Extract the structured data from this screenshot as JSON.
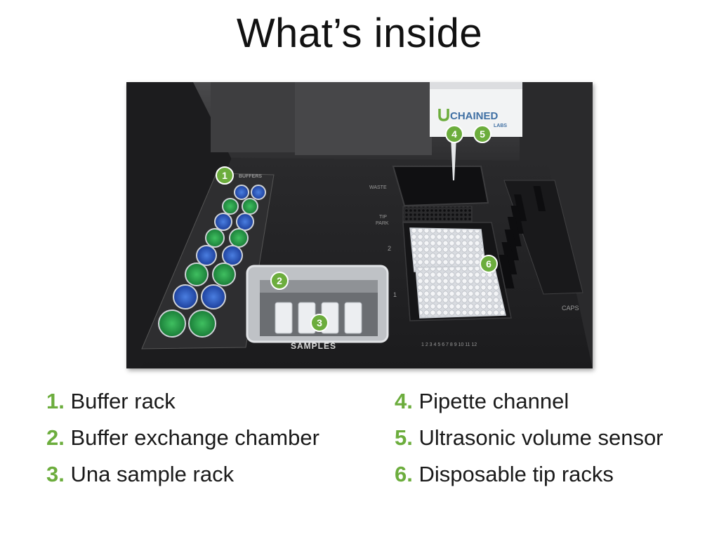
{
  "title": "What’s inside",
  "colors": {
    "accent": "#6cad3d",
    "text": "#1a1a1a"
  },
  "photo": {
    "logo": {
      "word": "CHAINED",
      "sub": "LABS"
    },
    "labels": {
      "buffers": "BUFFERS",
      "waste": "WASTE",
      "tip_park_1": "TIP",
      "tip_park_2": "PARK",
      "row_2": "2",
      "row_1": "1",
      "samples": "SAMPLES",
      "caps": "CAPS",
      "columns": "1 2 3 4 5 6 7 8 9 10 11 12"
    },
    "badges": [
      {
        "n": "1"
      },
      {
        "n": "2"
      },
      {
        "n": "3"
      },
      {
        "n": "4"
      },
      {
        "n": "5"
      },
      {
        "n": "6"
      }
    ]
  },
  "legend": {
    "left": [
      {
        "num": "1.",
        "text": "Buffer rack"
      },
      {
        "num": "2.",
        "text": "Buffer exchange chamber"
      },
      {
        "num": "3.",
        "text": "Una sample rack"
      }
    ],
    "right": [
      {
        "num": "4.",
        "text": "Pipette channel"
      },
      {
        "num": "5.",
        "text": "Ultrasonic volume sensor"
      },
      {
        "num": "6.",
        "text": "Disposable tip racks"
      }
    ]
  }
}
